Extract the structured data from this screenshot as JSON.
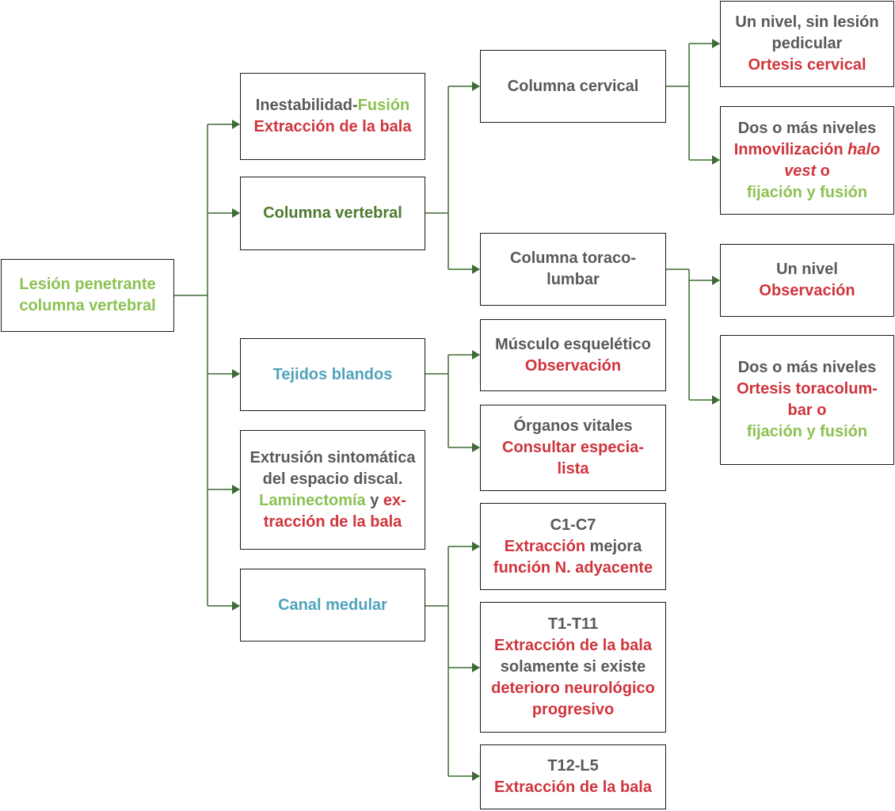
{
  "colors": {
    "gray": "#58595b",
    "red": "#d0343c",
    "light_green": "#8cc152",
    "dark_green": "#4e7a2e",
    "teal": "#4fa3bc",
    "connector": "#3d6b34"
  },
  "root": {
    "line1": "Lesión penetrante",
    "line2": "columna vertebral"
  },
  "inestabilidad": {
    "part1": "Inestabilidad-",
    "part2": "Fusión",
    "line2": "Extracción de la bala"
  },
  "columna_vertebral": {
    "label": "Columna vertebral"
  },
  "tejidos_blandos": {
    "label": "Tejidos blandos"
  },
  "extrusion": {
    "line1": "Extrusión sintomática",
    "line2": "del espacio discal.",
    "line3_a": "Laminectomía",
    "line3_b": " y ",
    "line3_c": "ex-",
    "line4": "tracción de la bala"
  },
  "canal_medular": {
    "label": "Canal medular"
  },
  "columna_cervical": {
    "label": "Columna cervical"
  },
  "columna_toracolumbar": {
    "line1": "Columna toraco-",
    "line2": "lumbar"
  },
  "musculo": {
    "line1": "Músculo esquelético",
    "line2": "Observación"
  },
  "organos": {
    "line1": "Órganos vitales",
    "line2": "Consultar especia-",
    "line3": "lista"
  },
  "c1c7": {
    "line1": "C1-C7",
    "line2_a": "Extracción",
    "line2_b": " mejora",
    "line3": "función N. adyacente"
  },
  "t1t11": {
    "line1": "T1-T11",
    "line2": "Extracción de la bala",
    "line3": "solamente si existe",
    "line4": "deterioro neurológico",
    "line5": "progresivo"
  },
  "t12l5": {
    "line1": "T12-L5",
    "line2": "Extracción de la bala"
  },
  "cervical_un_nivel": {
    "line1": "Un nivel, sin lesión",
    "line2": "pedicular",
    "line3": "Ortesis cervical"
  },
  "cervical_dos_niveles": {
    "line1": "Dos o más niveles",
    "line2_a": "Inmovilización ",
    "line2_b": "halo",
    "line3_a": "vest",
    "line3_b": " o",
    "line4": "fijación y fusión"
  },
  "toraco_un_nivel": {
    "line1": "Un nivel",
    "line2": "Observación"
  },
  "toraco_dos_niveles": {
    "line1": "Dos o más niveles",
    "line2": "Ortesis toracolum-",
    "line3": "bar o",
    "line4": "fijación y fusión"
  }
}
